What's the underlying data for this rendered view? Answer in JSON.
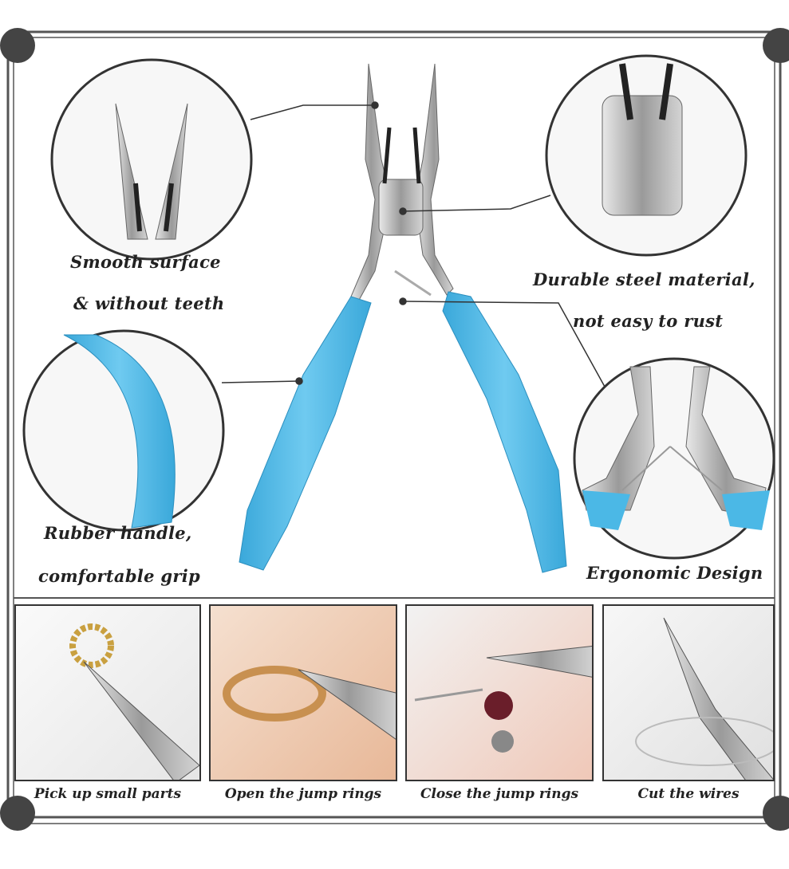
{
  "callouts": {
    "smooth": {
      "line1": "Smooth surface",
      "line2": "& without teeth"
    },
    "durable": {
      "line1": "Durable steel material,",
      "line2": "not easy to rust"
    },
    "rubber": {
      "line1": "Rubber handle,",
      "line2": "comfortable grip"
    },
    "ergonomic": {
      "line1": "Ergonomic Design"
    }
  },
  "uses": [
    {
      "label": "Pick up small parts"
    },
    {
      "label": "Open the jump rings"
    },
    {
      "label": "Close the jump rings"
    },
    {
      "label": "Cut the wires"
    }
  ],
  "colors": {
    "handle": "#4bb8e6",
    "steel": "#b8b8b8",
    "frame": "#555555"
  }
}
